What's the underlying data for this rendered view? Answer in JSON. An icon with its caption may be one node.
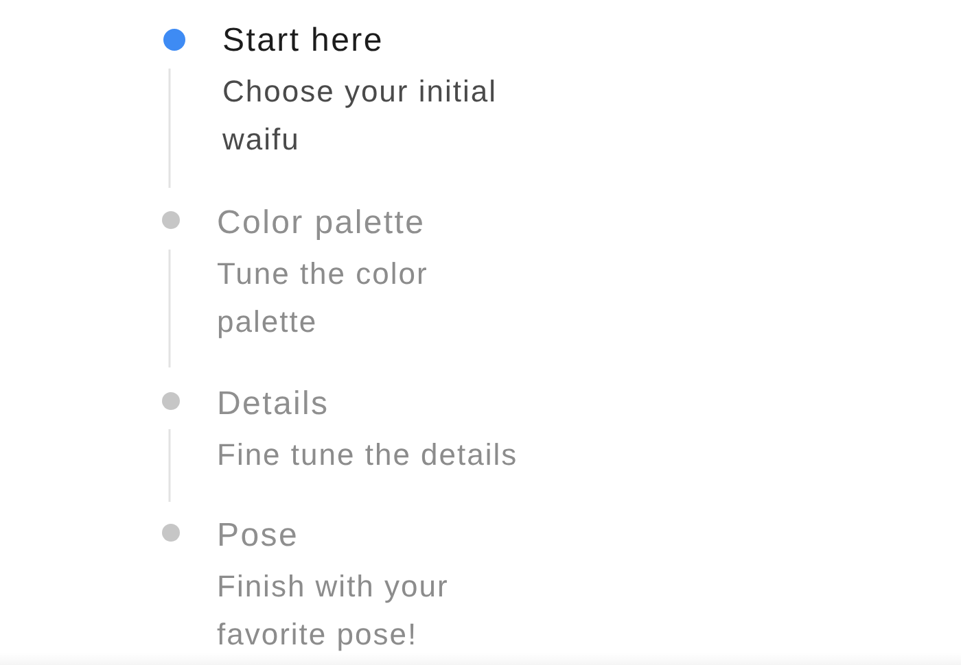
{
  "diagram": {
    "nodes": [
      {
        "text": [],
        "shape": "circle",
        "beside": [
          "Start here",
          "Choose your initial waifu"
        ]
      },
      {
        "text": [],
        "shape": "circle",
        "beside": [
          "Color palette",
          "Tune the color palette"
        ]
      },
      {
        "text": [],
        "shape": "circle",
        "beside": [
          "Details",
          "Fine tune the details"
        ]
      },
      {
        "text": [],
        "shape": "circle",
        "beside": [
          "Pose",
          "Finish with your favorite pose!"
        ]
      }
    ],
    "edges": [
      {
        "from": 0,
        "to": 1,
        "arrow": "none"
      },
      {
        "from": 1,
        "to": 2,
        "arrow": "none"
      },
      {
        "from": 2,
        "to": 3,
        "arrow": "none"
      }
    ]
  }
}
